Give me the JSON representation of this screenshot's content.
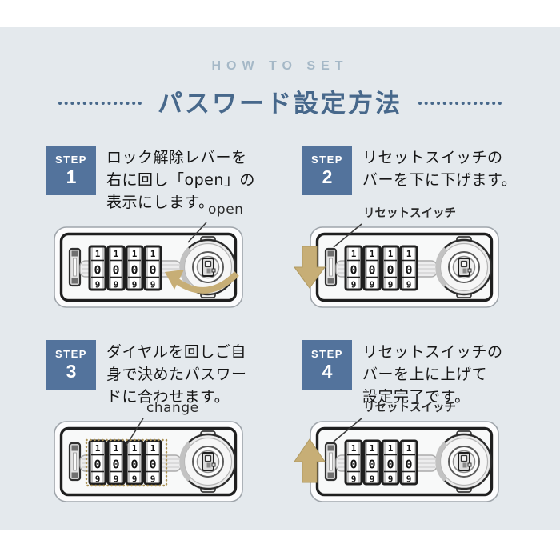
{
  "header": {
    "eyebrow": "HOW TO SET",
    "title": "パスワード設定方法"
  },
  "colors": {
    "panel_bg": "#e4e9ed",
    "accent_blue": "#47688b",
    "eyebrow_gray_blue": "#a5b8c7",
    "step_box_blue": "#53739c",
    "body_text": "#161616",
    "arrow_gold": "#c7ae76",
    "dotted_gold": "#ab9255",
    "lock_outline": "#1f1f1f"
  },
  "steps": [
    {
      "badge": "STEP",
      "num": "1",
      "lines": [
        "ロック解除レバーを",
        "右に回し「open」の",
        "表示にします。"
      ],
      "callout": "open",
      "variant": "rotate"
    },
    {
      "badge": "STEP",
      "num": "2",
      "lines": [
        "リセットスイッチの",
        "バーを下に下げます。"
      ],
      "callout": "リセットスイッチ",
      "variant": "arrow-down"
    },
    {
      "badge": "STEP",
      "num": "3",
      "lines": [
        "ダイヤルを回しご自",
        "身で決めたパスワー",
        "ドに合わせます。"
      ],
      "callout": "change",
      "variant": "dotted"
    },
    {
      "badge": "STEP",
      "num": "4",
      "lines": [
        "リセットスイッチの",
        "バーを上に上げて",
        "設定完了です。"
      ],
      "callout": "リセットスイッチ",
      "variant": "arrow-up"
    }
  ],
  "lock": {
    "dial_count": 4,
    "dial_digits": [
      "1",
      "0",
      "9"
    ]
  }
}
